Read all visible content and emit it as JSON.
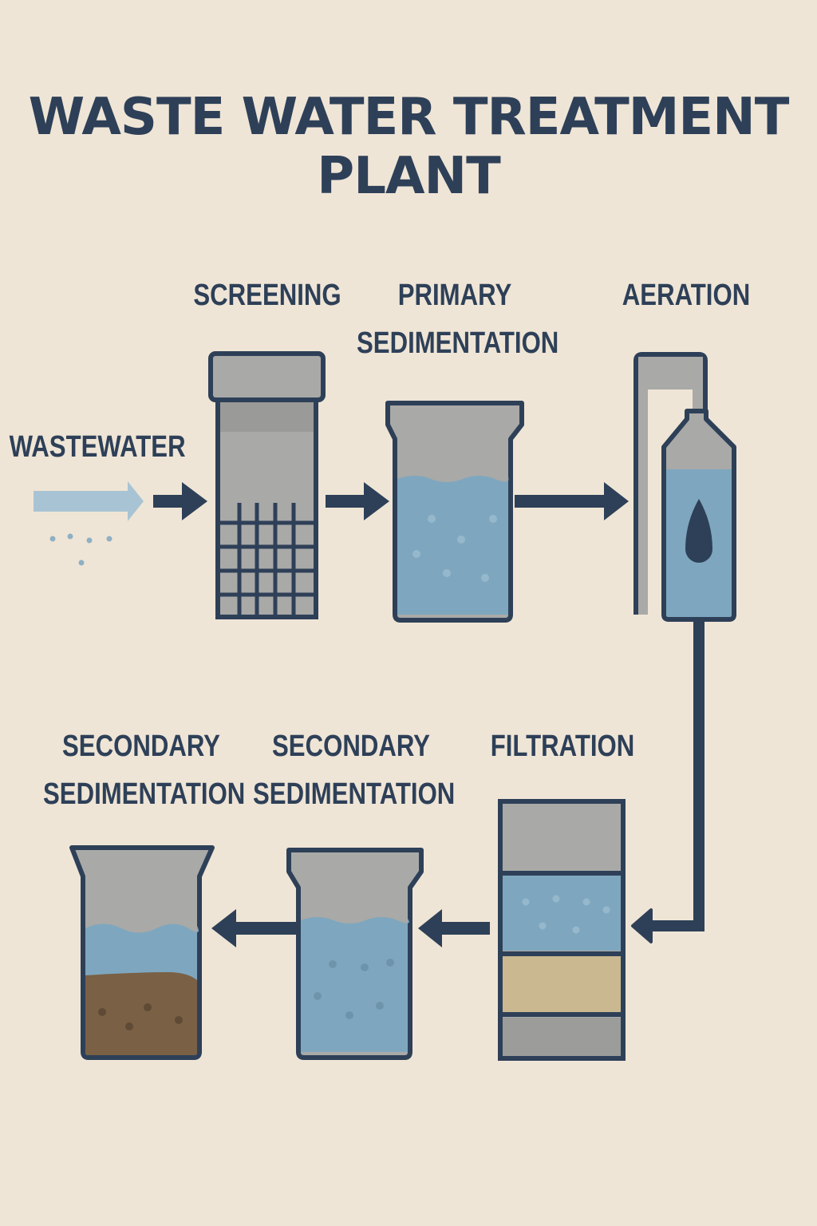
{
  "title": "WASTE WATER TREATMENT PLANT",
  "stages": {
    "wastewater": {
      "label": "WASTEWATER"
    },
    "screening": {
      "label": "SCREENING"
    },
    "primary": {
      "line1": "PRIMARY",
      "line2": "SEDIMENTATION"
    },
    "aeration": {
      "label": "AERATION"
    },
    "filtration": {
      "label": "FILTRATION"
    },
    "secondary_a": {
      "line1": "SECONDARY",
      "line2": "SEDIMENTATION"
    },
    "secondary_b": {
      "line1": "SECONDARY",
      "line2": "SEDIMENTATION"
    }
  },
  "colors": {
    "background": "#efe5d6",
    "outline": "#2e4058",
    "water": "#7ea7bf",
    "gray": "#a9a9a7",
    "sand": "#c9b890",
    "sludge": "#7a6044"
  },
  "flow": [
    "wastewater",
    "screening",
    "primary",
    "aeration",
    "filtration",
    "secondary_b",
    "secondary_a"
  ]
}
